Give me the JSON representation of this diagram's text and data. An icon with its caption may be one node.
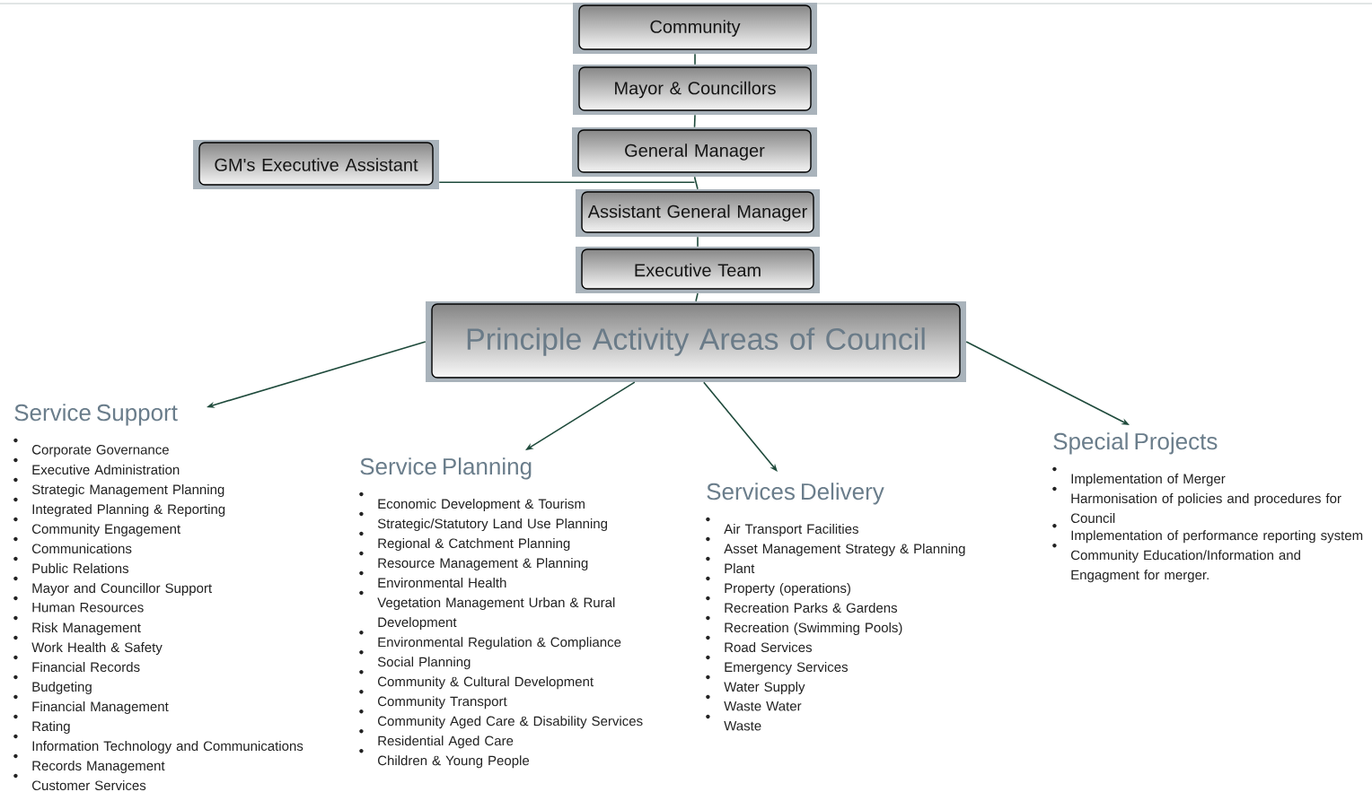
{
  "diagram": {
    "nodes": [
      {
        "text": [
          "Community"
        ]
      },
      {
        "text": [
          "Mayor & Councillors"
        ]
      },
      {
        "text": [
          "General Manager"
        ]
      },
      {
        "text": [
          "GM's Executive Assistant"
        ]
      },
      {
        "text": [
          "Assistant General Manager"
        ]
      },
      {
        "text": [
          "Executive Team"
        ]
      },
      {
        "text": [
          "Principle Activity Areas of Council"
        ]
      },
      {
        "text": [
          "Service Support",
          "Corporate Governance",
          "Executive Administration",
          "Strategic Management Planning",
          "Integrated Planning & Reporting",
          "Community Engagement",
          "Communications",
          "Public Relations",
          "Mayor and Councillor Support",
          "Human Resources",
          "Risk Management",
          "Work Health & Safety",
          "Financial Records",
          "Budgeting",
          "Financial Management",
          "Rating",
          "Information Technology and Communications",
          "Records Management",
          "Customer Services"
        ]
      },
      {
        "text": [
          "Service Planning",
          "Economic Development & Tourism",
          "Strategic/Statutory Land Use Planning",
          "Regional & Catchment Planning",
          "Resource Management & Planning",
          "Environmental Health",
          "Vegetation Management Urban & Rural Development",
          "Environmental Regulation & Compliance",
          "Social Planning",
          "Community & Cultural Development",
          "Community Transport",
          "Community Aged Care & Disability Services",
          "Residential Aged Care",
          "Children & Young People"
        ]
      },
      {
        "text": [
          "Services Delivery",
          "Air Transport Facilities",
          "Asset Management Strategy & Planning",
          "Plant",
          "Property (operations)",
          "Recreation Parks & Gardens",
          "Recreation (Swimming Pools)",
          "Road Services",
          "Emergency Services",
          "Water Supply",
          "Waste Water",
          "Waste"
        ]
      },
      {
        "text": [
          "Special Projects",
          "Implementation of Merger",
          "Harmonisation of policies and procedures for Council",
          "Implementation of performance reporting system",
          "Community Education/Information and Engagment for merger."
        ]
      }
    ],
    "edges": [
      {
        "from": 0,
        "to": 1,
        "arrow": "none"
      },
      {
        "from": 1,
        "to": 2,
        "arrow": "none"
      },
      {
        "from": 3,
        "to": 2,
        "arrow": "none"
      },
      {
        "from": 2,
        "to": 4,
        "arrow": "none"
      },
      {
        "from": 4,
        "to": 5,
        "arrow": "none"
      },
      {
        "from": 5,
        "to": 6,
        "arrow": "none"
      },
      {
        "from": 6,
        "to": 7,
        "arrow": "to"
      },
      {
        "from": 6,
        "to": 8,
        "arrow": "to"
      },
      {
        "from": 6,
        "to": 9,
        "arrow": "to"
      },
      {
        "from": 6,
        "to": 10,
        "arrow": "to"
      }
    ]
  }
}
